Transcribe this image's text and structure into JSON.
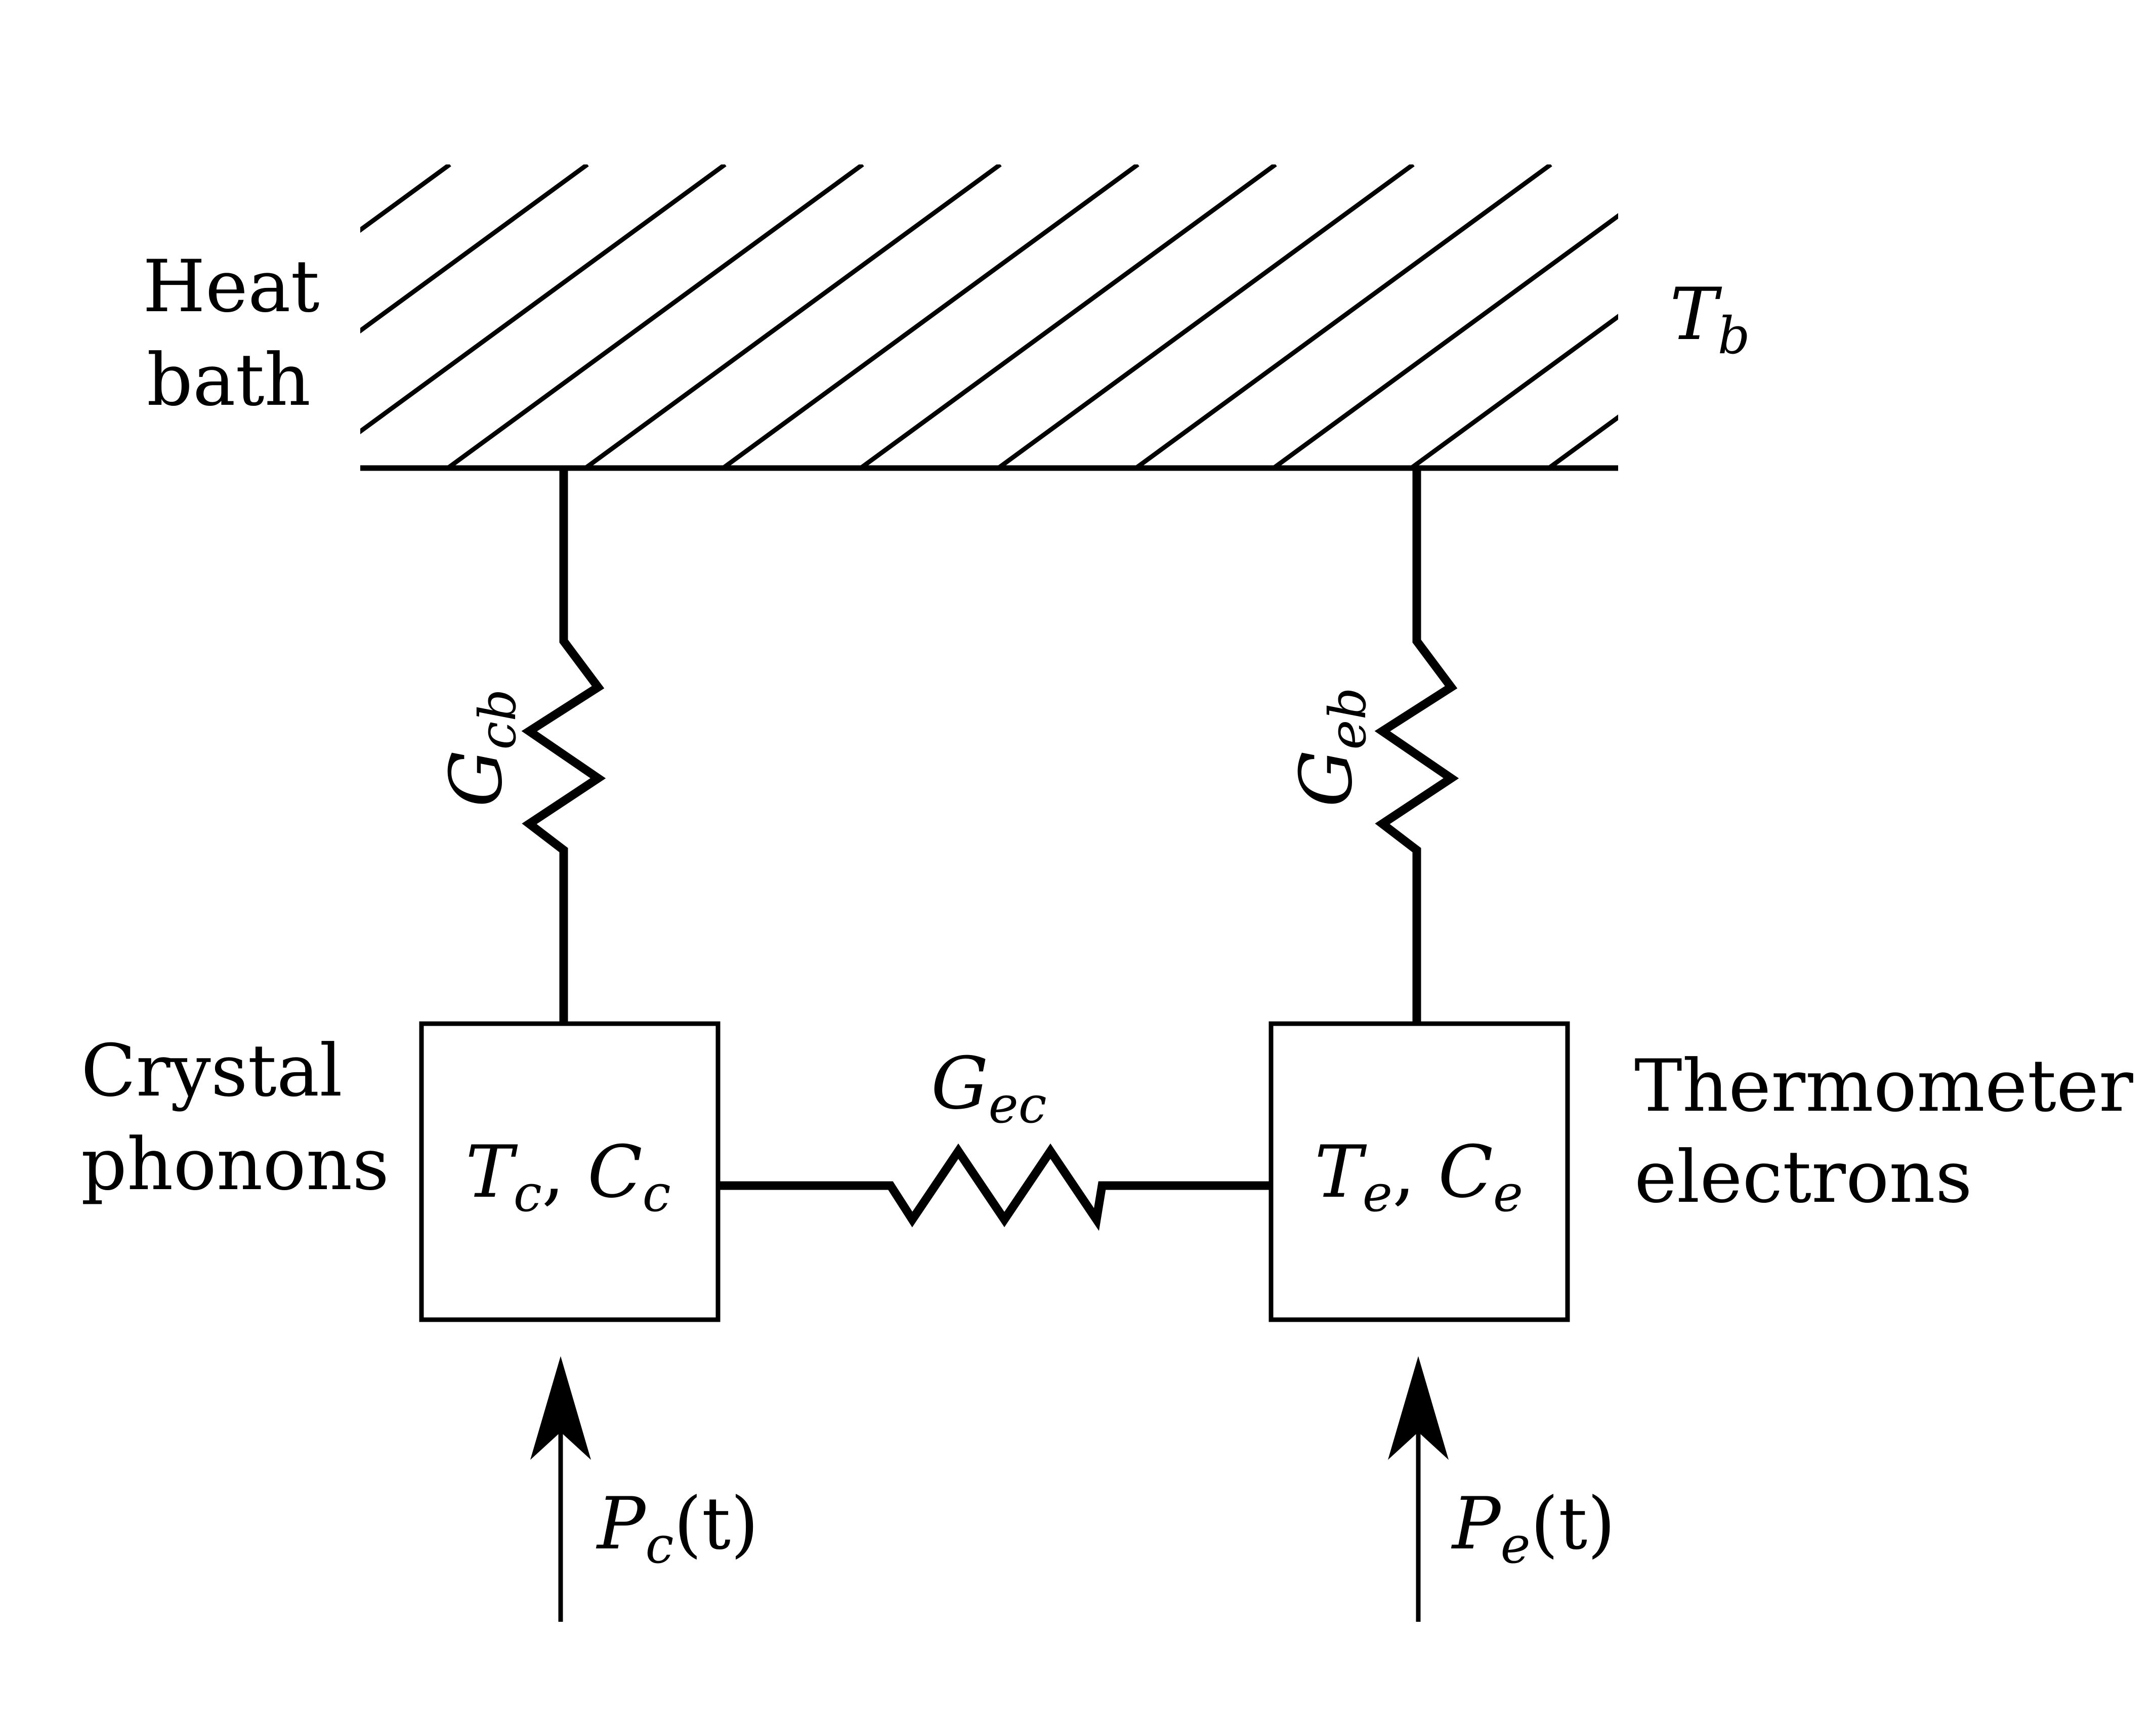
{
  "heat_bath": {
    "line1": "Heat",
    "line2": "bath",
    "temp_symbol": "T",
    "temp_sub": "b"
  },
  "crystal": {
    "line1": "Crystal",
    "line2": "phonons",
    "box_T": "T",
    "box_T_sub": "c",
    "box_C": "C",
    "box_C_sub": "c"
  },
  "thermometer": {
    "line1": "Thermometer",
    "line2": "electrons",
    "box_T": "T",
    "box_T_sub": "e",
    "box_C": "C",
    "box_C_sub": "e"
  },
  "conductances": {
    "cb": {
      "symbol": "G",
      "sub": "cb"
    },
    "eb": {
      "symbol": "G",
      "sub": "eb"
    },
    "ec": {
      "symbol": "G",
      "sub": "ec"
    }
  },
  "powers": {
    "crystal": {
      "symbol": "P",
      "sub": "c",
      "arg": "(t)"
    },
    "thermometer": {
      "symbol": "P",
      "sub": "e",
      "arg": "(t)"
    }
  },
  "colors": {
    "stroke": "#000000",
    "background": "#ffffff"
  }
}
